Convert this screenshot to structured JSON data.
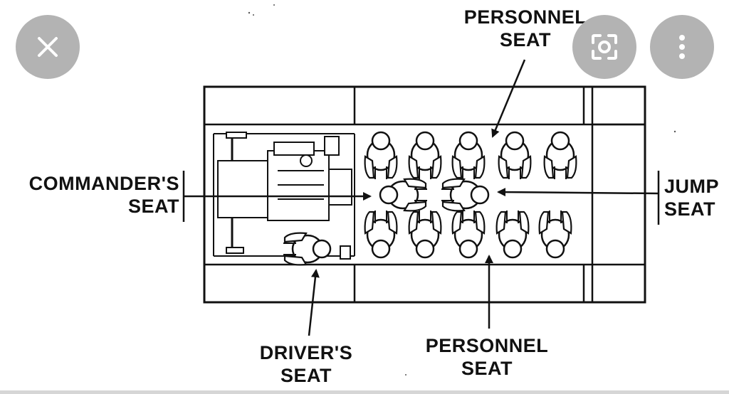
{
  "labels": {
    "personnel_top": [
      "PERSONNEL",
      "SEAT"
    ],
    "commander": [
      "COMMANDER'S",
      "SEAT"
    ],
    "jump": [
      "JUMP",
      "SEAT"
    ],
    "driver": [
      "DRIVER'S",
      "SEAT"
    ],
    "personnel_bottom": [
      "PERSONNEL",
      "SEAT"
    ]
  },
  "overlay": {
    "close_icon": "close-icon",
    "lens_icon": "lens-icon",
    "more_icon": "more-vert-icon",
    "button_color": "#b3b3b3"
  }
}
